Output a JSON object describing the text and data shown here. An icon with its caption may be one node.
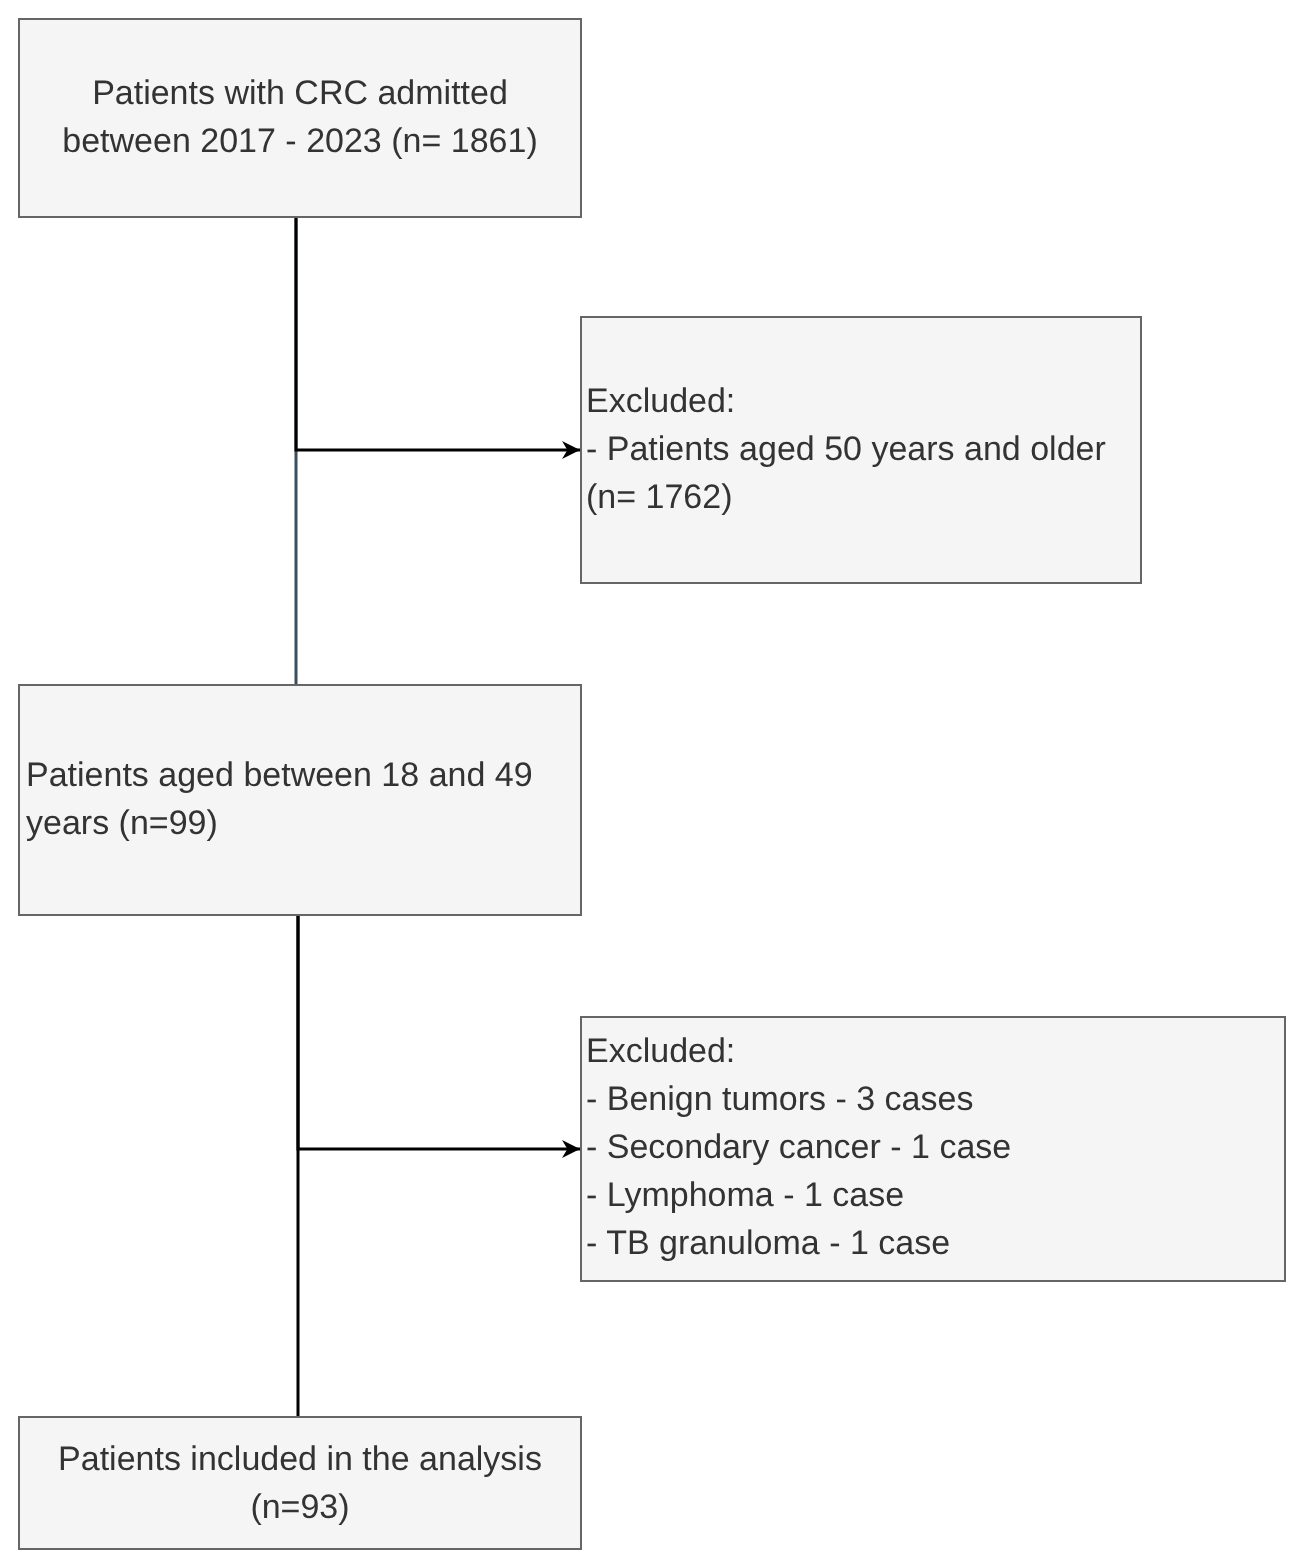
{
  "diagram": {
    "nodes": [
      {
        "text": [
          "Patients with CRC admitted between 2017 - 2023 (n= 1861)"
        ]
      },
      {
        "text": [
          "Excluded:",
          "- Patients aged 50 years and older (n= 1762)"
        ]
      },
      {
        "text": [
          "Patients aged between 18 and 49 years (n=99)"
        ]
      },
      {
        "text": [
          "Excluded:",
          "- Benign tumors - 3 cases",
          "- Secondary cancer - 1 case",
          "- Lymphoma - 1 case",
          "- TB granuloma - 1 case"
        ]
      },
      {
        "text": [
          "Patients included in the analysis (n=93)"
        ]
      }
    ],
    "edges": [
      {
        "from": 0,
        "to": 2,
        "arrow": "none",
        "color": "#3a4f60"
      },
      {
        "from": 0,
        "to": 1,
        "arrow": "to"
      },
      {
        "from": 2,
        "to": 4,
        "arrow": "none"
      },
      {
        "from": 2,
        "to": 3,
        "arrow": "to"
      }
    ]
  }
}
